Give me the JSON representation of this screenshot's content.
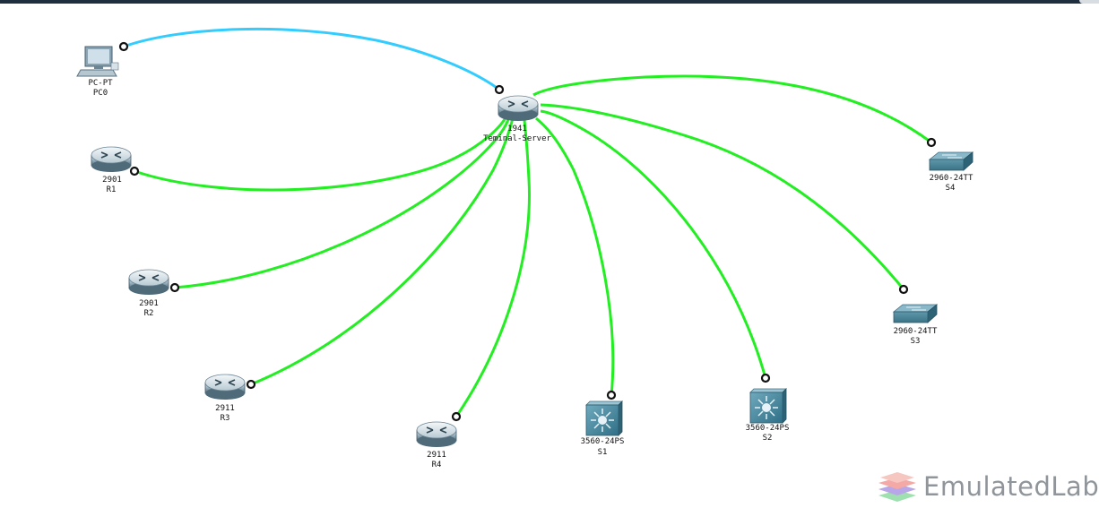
{
  "devices": {
    "pc0": {
      "model": "PC-PT",
      "name": "PC0"
    },
    "ts": {
      "model": "1941",
      "name": "Teminal-Server"
    },
    "r1": {
      "model": "2901",
      "name": "R1"
    },
    "r2": {
      "model": "2901",
      "name": "R2"
    },
    "r3": {
      "model": "2911",
      "name": "R3"
    },
    "r4": {
      "model": "2911",
      "name": "R4"
    },
    "s1": {
      "model": "3560-24PS",
      "name": "S1"
    },
    "s2": {
      "model": "3560-24PS",
      "name": "S2"
    },
    "s3": {
      "model": "2960-24TT",
      "name": "S3"
    },
    "s4": {
      "model": "2960-24TT",
      "name": "S4"
    }
  },
  "links": {
    "console_color": "#33ccff",
    "cable_color": "#22ee22"
  },
  "watermark": {
    "text": "EmulatedLab"
  }
}
